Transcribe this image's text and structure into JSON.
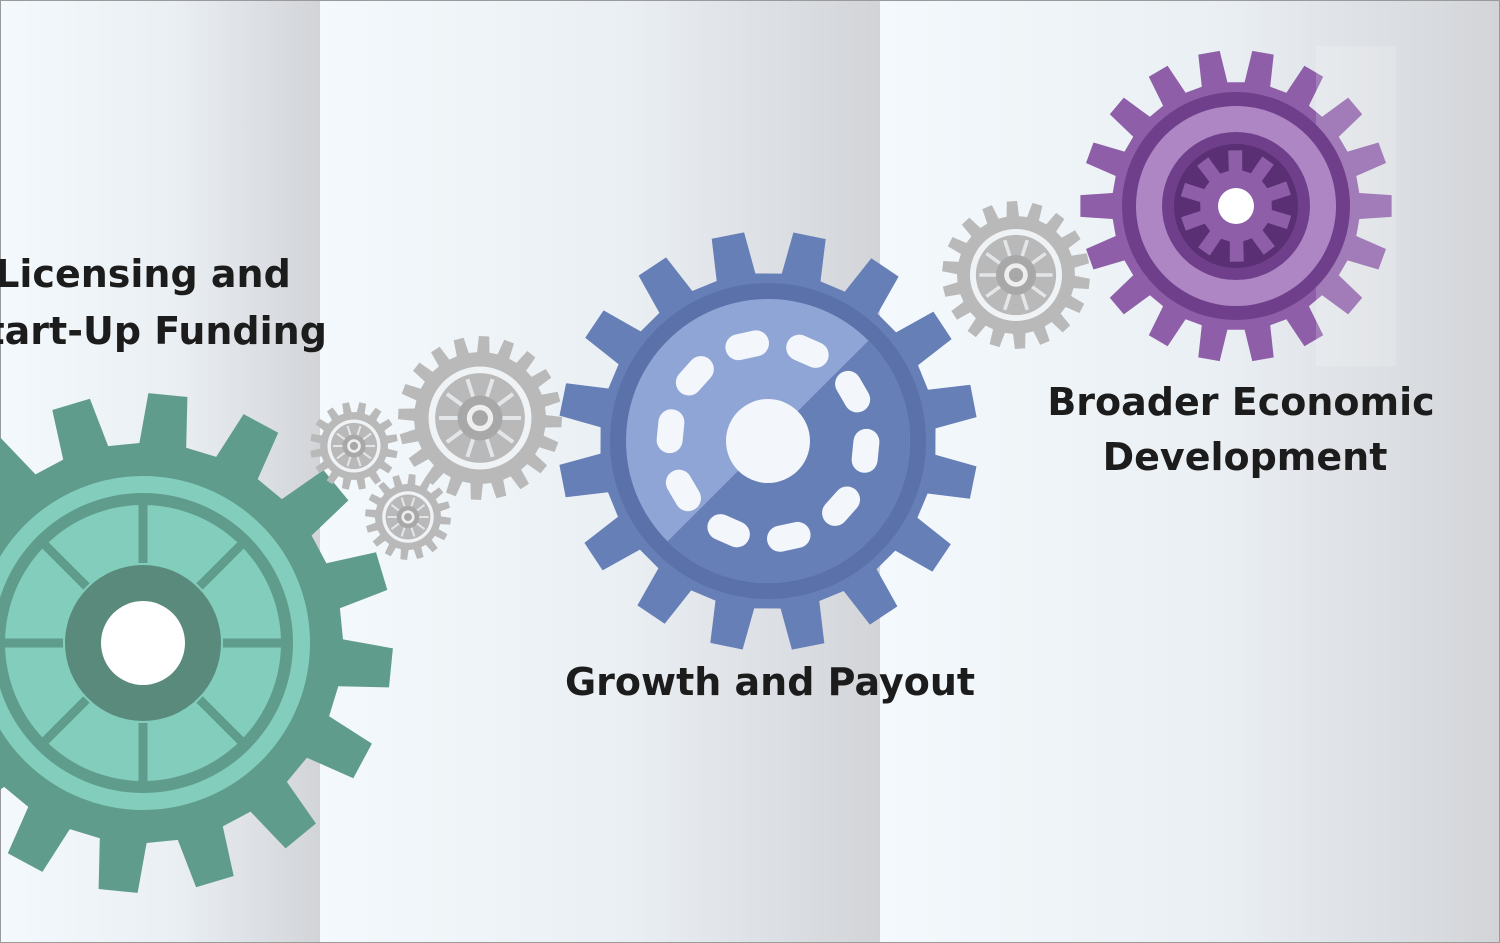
{
  "stages": [
    {
      "line1": "Licensing and",
      "line2": "Start-Up Funding",
      "color": "#5f9c8b",
      "light": "#82cdbb"
    },
    {
      "line1": "Growth and Payout",
      "color": "#667fb6",
      "light": "#8fa5d6"
    },
    {
      "line1": "Broader Economic",
      "line2": "Development",
      "color": "#8e5fa8",
      "light": "#ae86c3"
    }
  ],
  "colors": {
    "background": "#f3f9fc",
    "panel_shade": "#d5d7db",
    "small_gears": "#b9b9b9",
    "text": "#1c1c1c"
  }
}
